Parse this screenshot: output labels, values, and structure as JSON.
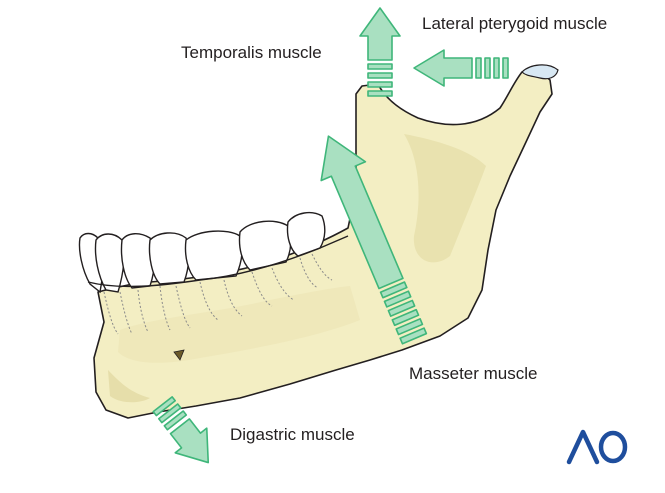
{
  "labels": {
    "temporalis": "Temporalis muscle",
    "lateral_pterygoid": "Lateral pterygoid muscle",
    "masseter": "Masseter muscle",
    "digastric": "Digastric muscle"
  },
  "logo_text": "AO",
  "colors": {
    "bone_fill": "#f3eec3",
    "bone_shade": "#e6deaa",
    "outline": "#231f20",
    "arrow_fill": "#a9e0c1",
    "arrow_stroke": "#3fb67a",
    "cartilage": "#d8e8f3",
    "logo": "#1f4e9d"
  }
}
